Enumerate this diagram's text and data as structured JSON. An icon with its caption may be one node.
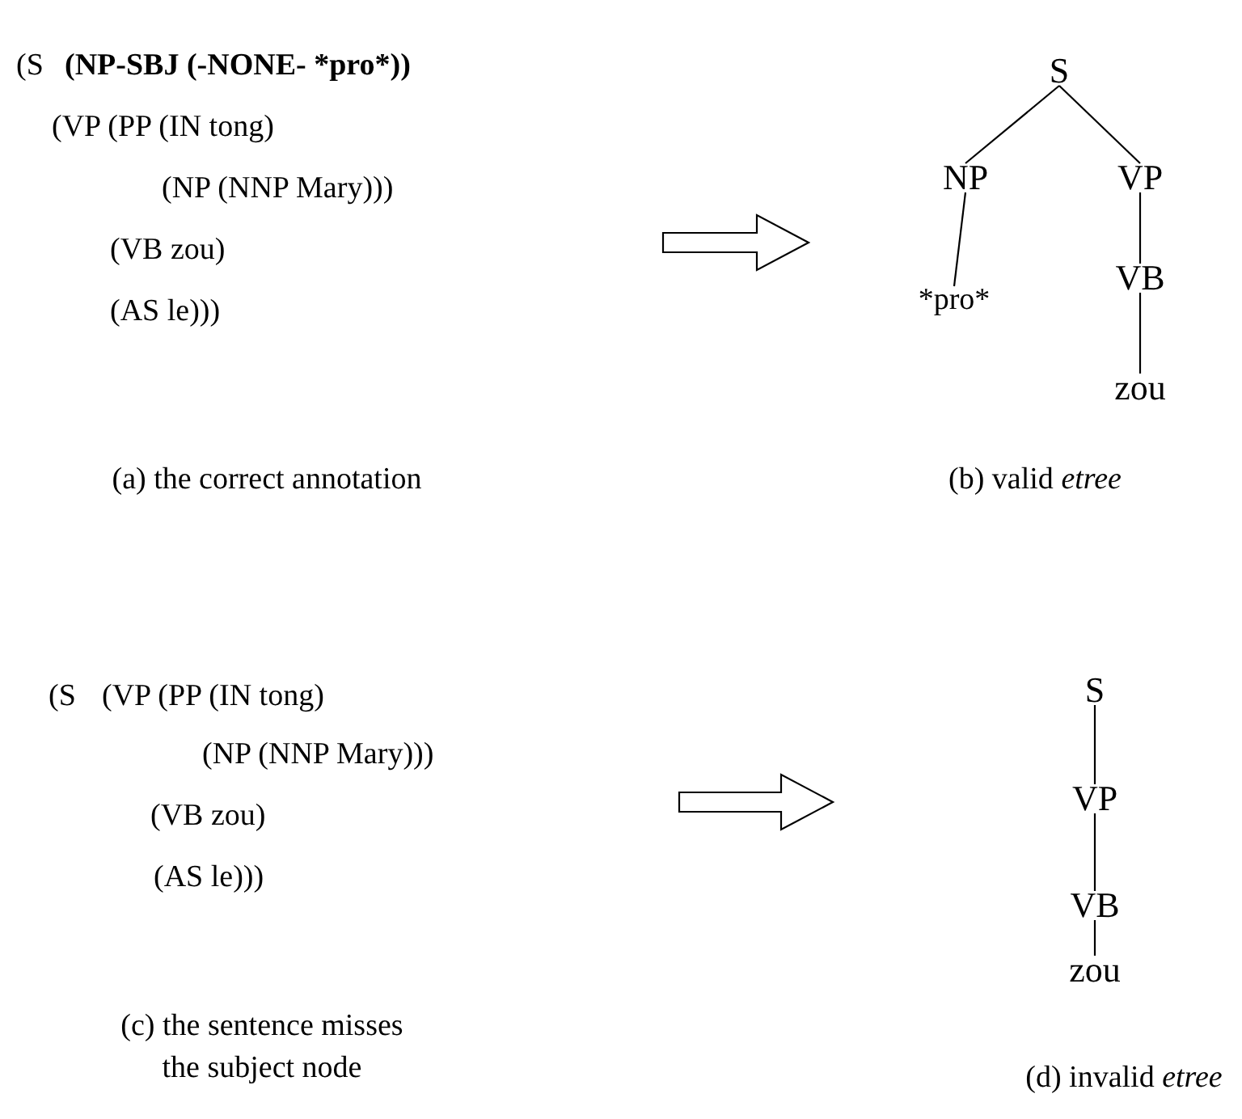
{
  "diagram": {
    "nodes": [
      {
        "text": [
          "(S",
          "(NP-SBJ (-NONE- *pro*))",
          "(VP (PP (IN tong)",
          "(NP (NNP Mary)))",
          "(VB zou)",
          "(AS le)))"
        ]
      },
      {
        "text": [
          "S"
        ]
      },
      {
        "text": [
          "NP"
        ]
      },
      {
        "text": [
          "VP"
        ]
      },
      {
        "text": [
          "*pro*"
        ]
      },
      {
        "text": [
          "VB"
        ]
      },
      {
        "text": [
          "zou"
        ]
      },
      {
        "text": [
          "(S",
          "(VP (PP (IN tong)",
          "(NP (NNP Mary)))",
          "(VB zou)",
          "(AS le)))"
        ]
      },
      {
        "text": [
          "S"
        ]
      },
      {
        "text": [
          "VP"
        ]
      },
      {
        "text": [
          "VB"
        ]
      },
      {
        "text": [
          "zou"
        ]
      }
    ],
    "edges": [
      {
        "from": 1,
        "to": 2,
        "arrow": "none"
      },
      {
        "from": 1,
        "to": 3,
        "arrow": "none"
      },
      {
        "from": 2,
        "to": 4,
        "arrow": "none"
      },
      {
        "from": 3,
        "to": 5,
        "arrow": "none"
      },
      {
        "from": 5,
        "to": 6,
        "arrow": "none"
      },
      {
        "from": 8,
        "to": 9,
        "arrow": "none"
      },
      {
        "from": 9,
        "to": 10,
        "arrow": "none"
      },
      {
        "from": 10,
        "to": 11,
        "arrow": "none"
      }
    ],
    "labels": [
      "(a) the correct annotation",
      "(b) valid *etree*",
      "(c) the sentence misses the subject node",
      "(d) invalid *etree*"
    ]
  }
}
